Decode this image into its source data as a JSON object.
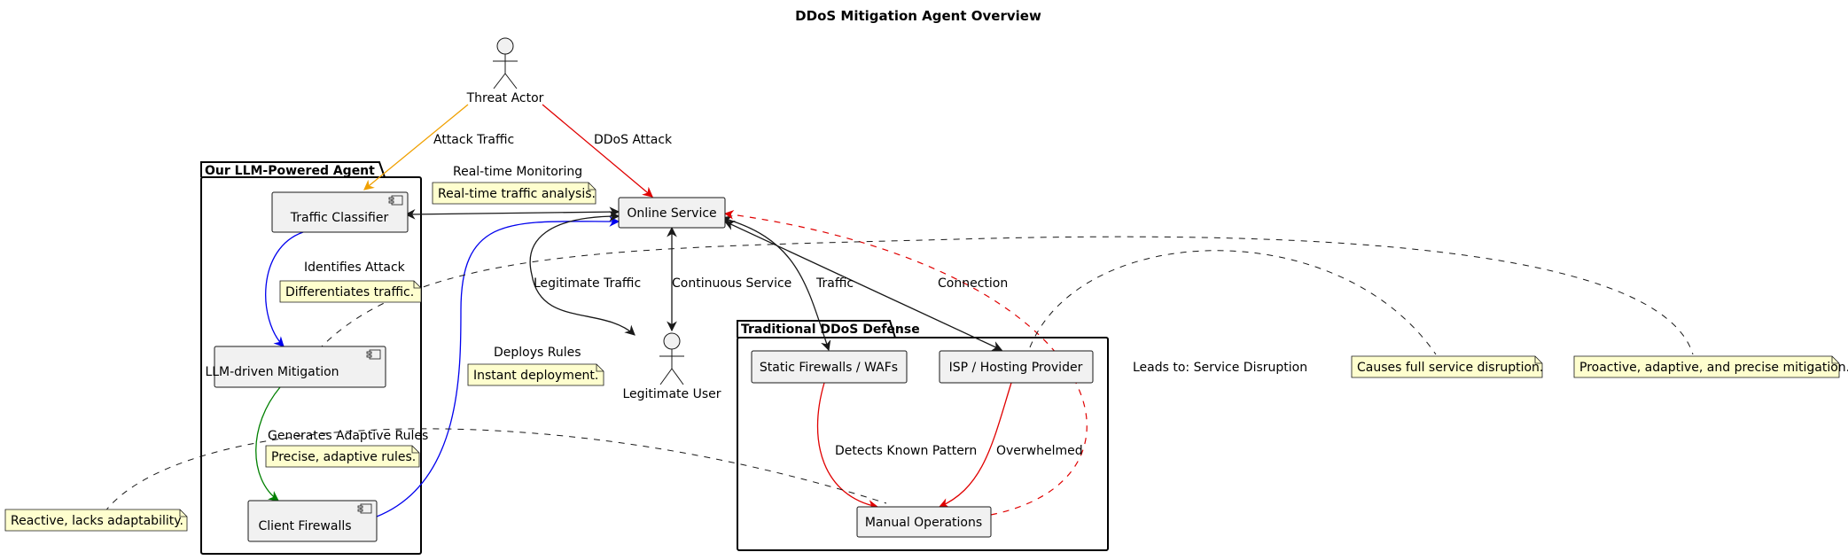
{
  "title": "DDoS Mitigation Agent Overview",
  "actors": {
    "threat": "Threat Actor",
    "user": "Legitimate User"
  },
  "packages": {
    "agent": "Our LLM-Powered Agent",
    "traditional": "Traditional DDoS Defense"
  },
  "nodes": {
    "online_service": "Online Service",
    "traffic_classifier": "Traffic Classifier",
    "llm_mitigation": "LLM-driven Mitigation",
    "client_firewalls": "Client Firewalls",
    "static_firewalls": "Static Firewalls / WAFs",
    "isp": "ISP / Hosting Provider",
    "manual_ops": "Manual Operations"
  },
  "notes": {
    "realtime": "Real-time traffic analysis.",
    "differentiates": "Differentiates traffic.",
    "instant": "Instant deployment.",
    "precise": "Precise, adaptive rules.",
    "reactive": "Reactive, lacks adaptability.",
    "causes": "Causes full service disruption.",
    "proactive": "Proactive, adaptive, and precise mitigation."
  },
  "edges": {
    "attack_traffic": "Attack Traffic",
    "ddos_attack": "DDoS Attack",
    "realtime_monitoring": "Real-time Monitoring",
    "identifies_attack": "Identifies Attack",
    "legit_traffic": "Legitimate Traffic",
    "continuous_service": "Continuous Service",
    "traffic": "Traffic",
    "connection": "Connection",
    "deploys_rules": "Deploys Rules",
    "generates_rules": "Generates Adaptive Rules",
    "detects_pattern": "Detects Known Pattern",
    "overwhelmed": "Overwhelmed",
    "leads_to": "Leads to: Service Disruption"
  },
  "colors": {
    "red": "#e00000",
    "orange": "#f0a000",
    "blue": "#0000ee",
    "green": "#008000",
    "note_fill": "#fefece",
    "node_fill": "#f1f1f1"
  }
}
